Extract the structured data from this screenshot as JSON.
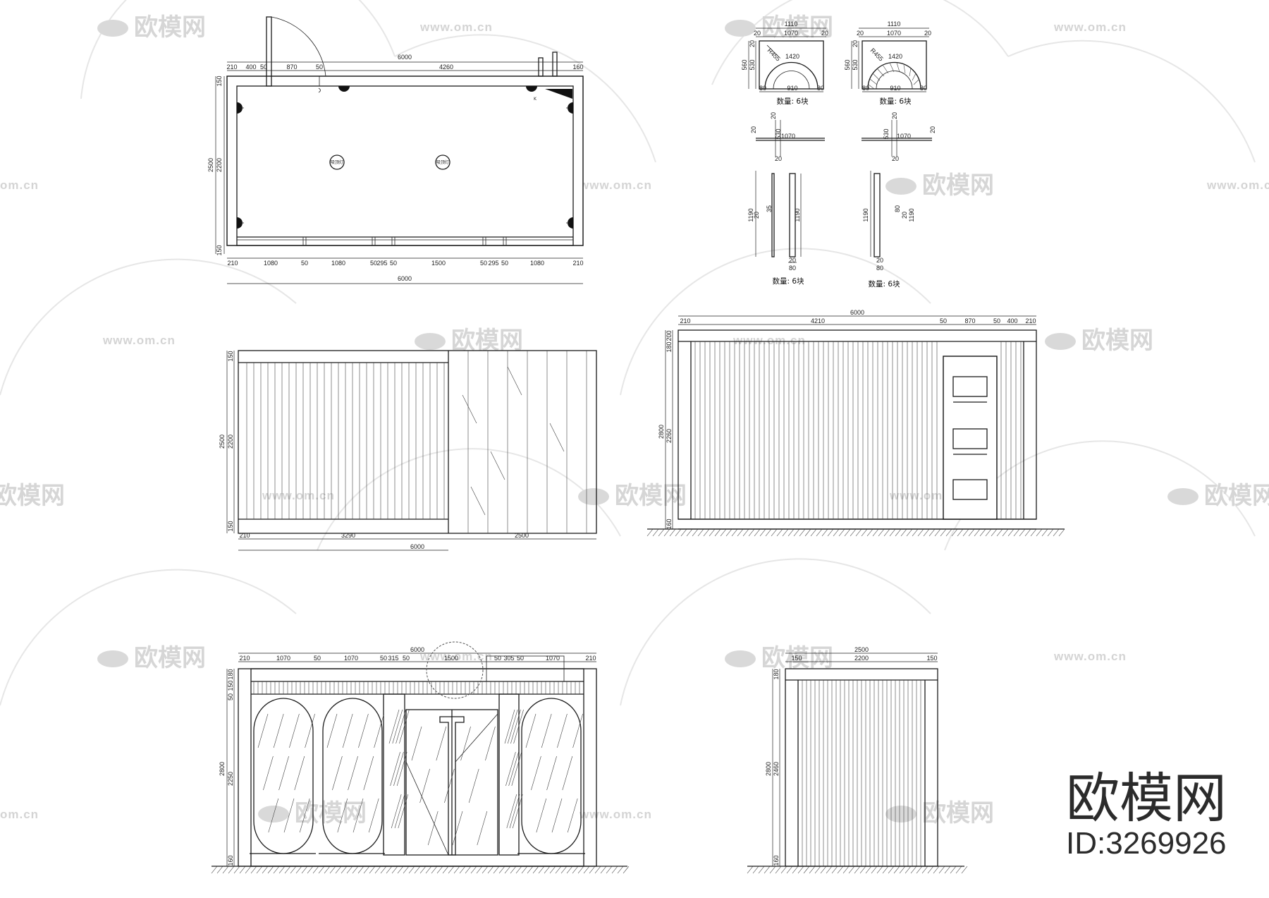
{
  "plan": {
    "top_total": "6000",
    "top_segments": [
      "210",
      "400",
      "50",
      "870",
      "50",
      "4260",
      "160"
    ],
    "left_total": "2500",
    "left_inner": "2200",
    "left_edges": [
      "150",
      "150"
    ],
    "bottom_segments": [
      "210",
      "1080",
      "50",
      "1080",
      "50",
      "295",
      "50",
      "1500",
      "50",
      "295",
      "50",
      "1080",
      "210"
    ],
    "bottom_total": "6000",
    "fixtures": [
      "吸顶灯",
      "吸顶灯"
    ]
  },
  "arch_a": {
    "top_total": "1110",
    "top_inner": "1070",
    "top_left": "20",
    "top_right": "20",
    "height_total": "560",
    "height_inner": "530",
    "height_top": "20",
    "radius": "R455",
    "chord": "1420",
    "base": "910",
    "base_left": "80",
    "base_right": "80",
    "qty": "数量: 6块"
  },
  "arch_b": {
    "top_total": "1110",
    "top_inner": "1070",
    "top_left": "20",
    "top_right": "20",
    "height_total": "560",
    "height_inner": "530",
    "height_top": "20",
    "radius": "R455",
    "chord": "1420",
    "base": "910",
    "base_left": "80",
    "base_right": "80",
    "qty": "数量: 6块"
  },
  "strip_a": {
    "a": "20",
    "b": "530",
    "c": "1070",
    "d": "20"
  },
  "strip_b": {
    "a": "20",
    "b": "530",
    "c": "1070",
    "d": "20"
  },
  "post_a": {
    "h1": "1190",
    "h2": "20",
    "h3": "35",
    "h4": "1190",
    "w1": "20",
    "w2": "80",
    "qty": "数量: 6块"
  },
  "post_b": {
    "h1": "1190",
    "h2": "80",
    "h3": "20",
    "h4": "1190",
    "w1": "20",
    "w2": "80",
    "qty": "数量: 6块"
  },
  "elev_left": {
    "heights": [
      "150",
      "2500",
      "2200",
      "150"
    ],
    "bottom": [
      "210",
      "3290",
      "2500"
    ],
    "total": "6000"
  },
  "elev_right": {
    "total": "6000",
    "top": [
      "210",
      "4210",
      "50",
      "870",
      "50",
      "400",
      "210"
    ],
    "heights": [
      "200",
      "180",
      "2800",
      "2260",
      "160"
    ]
  },
  "elev_front": {
    "total": "6000",
    "top": [
      "210",
      "1070",
      "50",
      "1070",
      "50",
      "315",
      "50",
      "1500",
      "50",
      "305",
      "50",
      "1070",
      "210"
    ],
    "heights": [
      "50",
      "150",
      "180",
      "2800",
      "2250",
      "160"
    ]
  },
  "elev_side": {
    "total": "2500",
    "top": [
      "150",
      "2200",
      "150"
    ],
    "heights": [
      "180",
      "2800",
      "2460",
      "160"
    ]
  },
  "watermark": {
    "cn": "欧模网",
    "url": "www.om.cn",
    "url_short": "om.cn"
  },
  "brand": {
    "name": "欧模网",
    "id": "ID:3269926"
  }
}
